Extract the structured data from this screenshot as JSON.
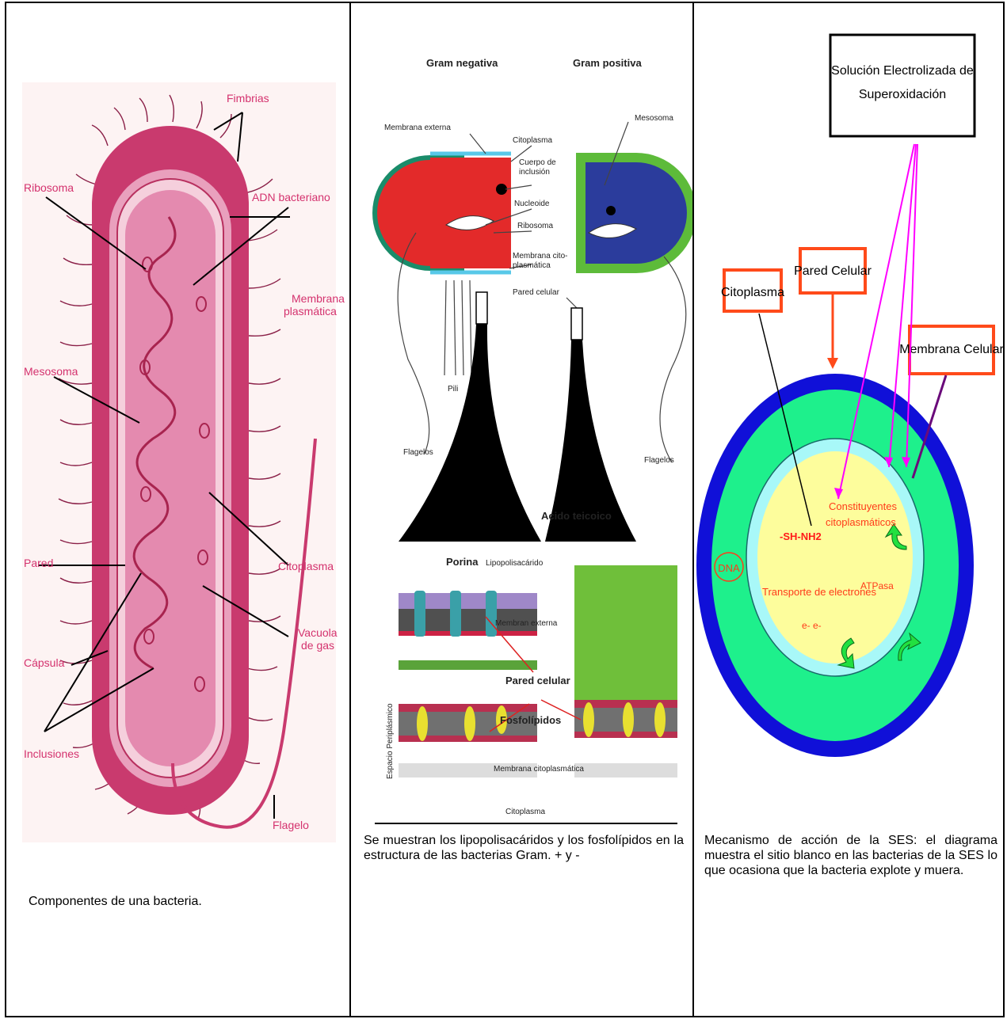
{
  "panel1": {
    "labels": {
      "fimbrias": "Fimbrias",
      "ribosoma": "Ribosoma",
      "adn": "ADN bacteriano",
      "membrana_l1": "Membrana",
      "membrana_l2": "plasmática",
      "mesosoma": "Mesosoma",
      "pared": "Pared",
      "citoplasma": "Citoplasma",
      "vacuola_l1": "Vacuola",
      "vacuola_l2": "de gas",
      "capsula": "Cápsula",
      "inclusiones": "Inclusiones",
      "flagelo": "Flagelo"
    },
    "caption": "Componentes de una bacteria."
  },
  "panel2": {
    "labels": {
      "gram_neg": "Gram negativa",
      "gram_pos": "Gram positiva",
      "membrana_externa": "Membrana externa",
      "mesosoma": "Mesosoma",
      "citoplasma": "Citoplasma",
      "cuerpo_l1": "Cuerpo de",
      "cuerpo_l2": "inclusión",
      "nucleoide": "Nucleoide",
      "ribosoma": "Ribosoma",
      "memcito_l1": "Membrana cito-",
      "memcito_l2": "plasmática",
      "pared_celular": "Pared celular",
      "pili": "Pili",
      "flagelos": "Flagelos",
      "flagelos2": "Flagelos",
      "acido": "Acido teicoico",
      "porina": "Porina",
      "lipopolisacarido": "Lipopolisacárido",
      "membran_externa": "Membran externa",
      "pared_celular2": "Pared celular",
      "fosfolipidos": "Fosfolípidos",
      "membrana_cito2": "Membrana citoplasmática",
      "citoplasma2": "Citoplasma",
      "espacio": "Espacio Periplásmico"
    },
    "caption": "Se muestran los lipopolisacáridos y los fosfolípidos en la estructura de las bacterias Gram. + y -"
  },
  "panel3": {
    "labels": {
      "ses_l1": "Solución Electrolizada de",
      "ses_l2": "Superoxidación",
      "citoplasma": "Citoplasma",
      "pared": "Pared Celular",
      "membrana": "Membrana Celular",
      "shnh2": "-SH-NH2",
      "constituyentes_l1": "Constituyentes",
      "constituyentes_l2": "citoplasmáticos",
      "dna": "DNA",
      "transporte": "Transporte de electrones",
      "ee": "e- e-",
      "atpasa": "ATPasa"
    },
    "caption": "Mecanismo de acción de la SES: el diagrama muestra el sitio blanco en las bacterias de la SES lo que ocasiona que la bacteria explote y muera."
  },
  "colors": {
    "bacteria_outer": "#c93a6e",
    "bacteria_inner": "#e896b5",
    "gram_neg_red": "#e32a2a",
    "gram_pos_blue": "#2b3c9c",
    "ses_blue": "#1010d8",
    "ses_green": "#1ef08c",
    "ses_yellow": "#fdfd9c",
    "ses_cyan": "#a8f8f8",
    "magenta": "#ff00ff",
    "orange_box": "#ff4a1a"
  }
}
